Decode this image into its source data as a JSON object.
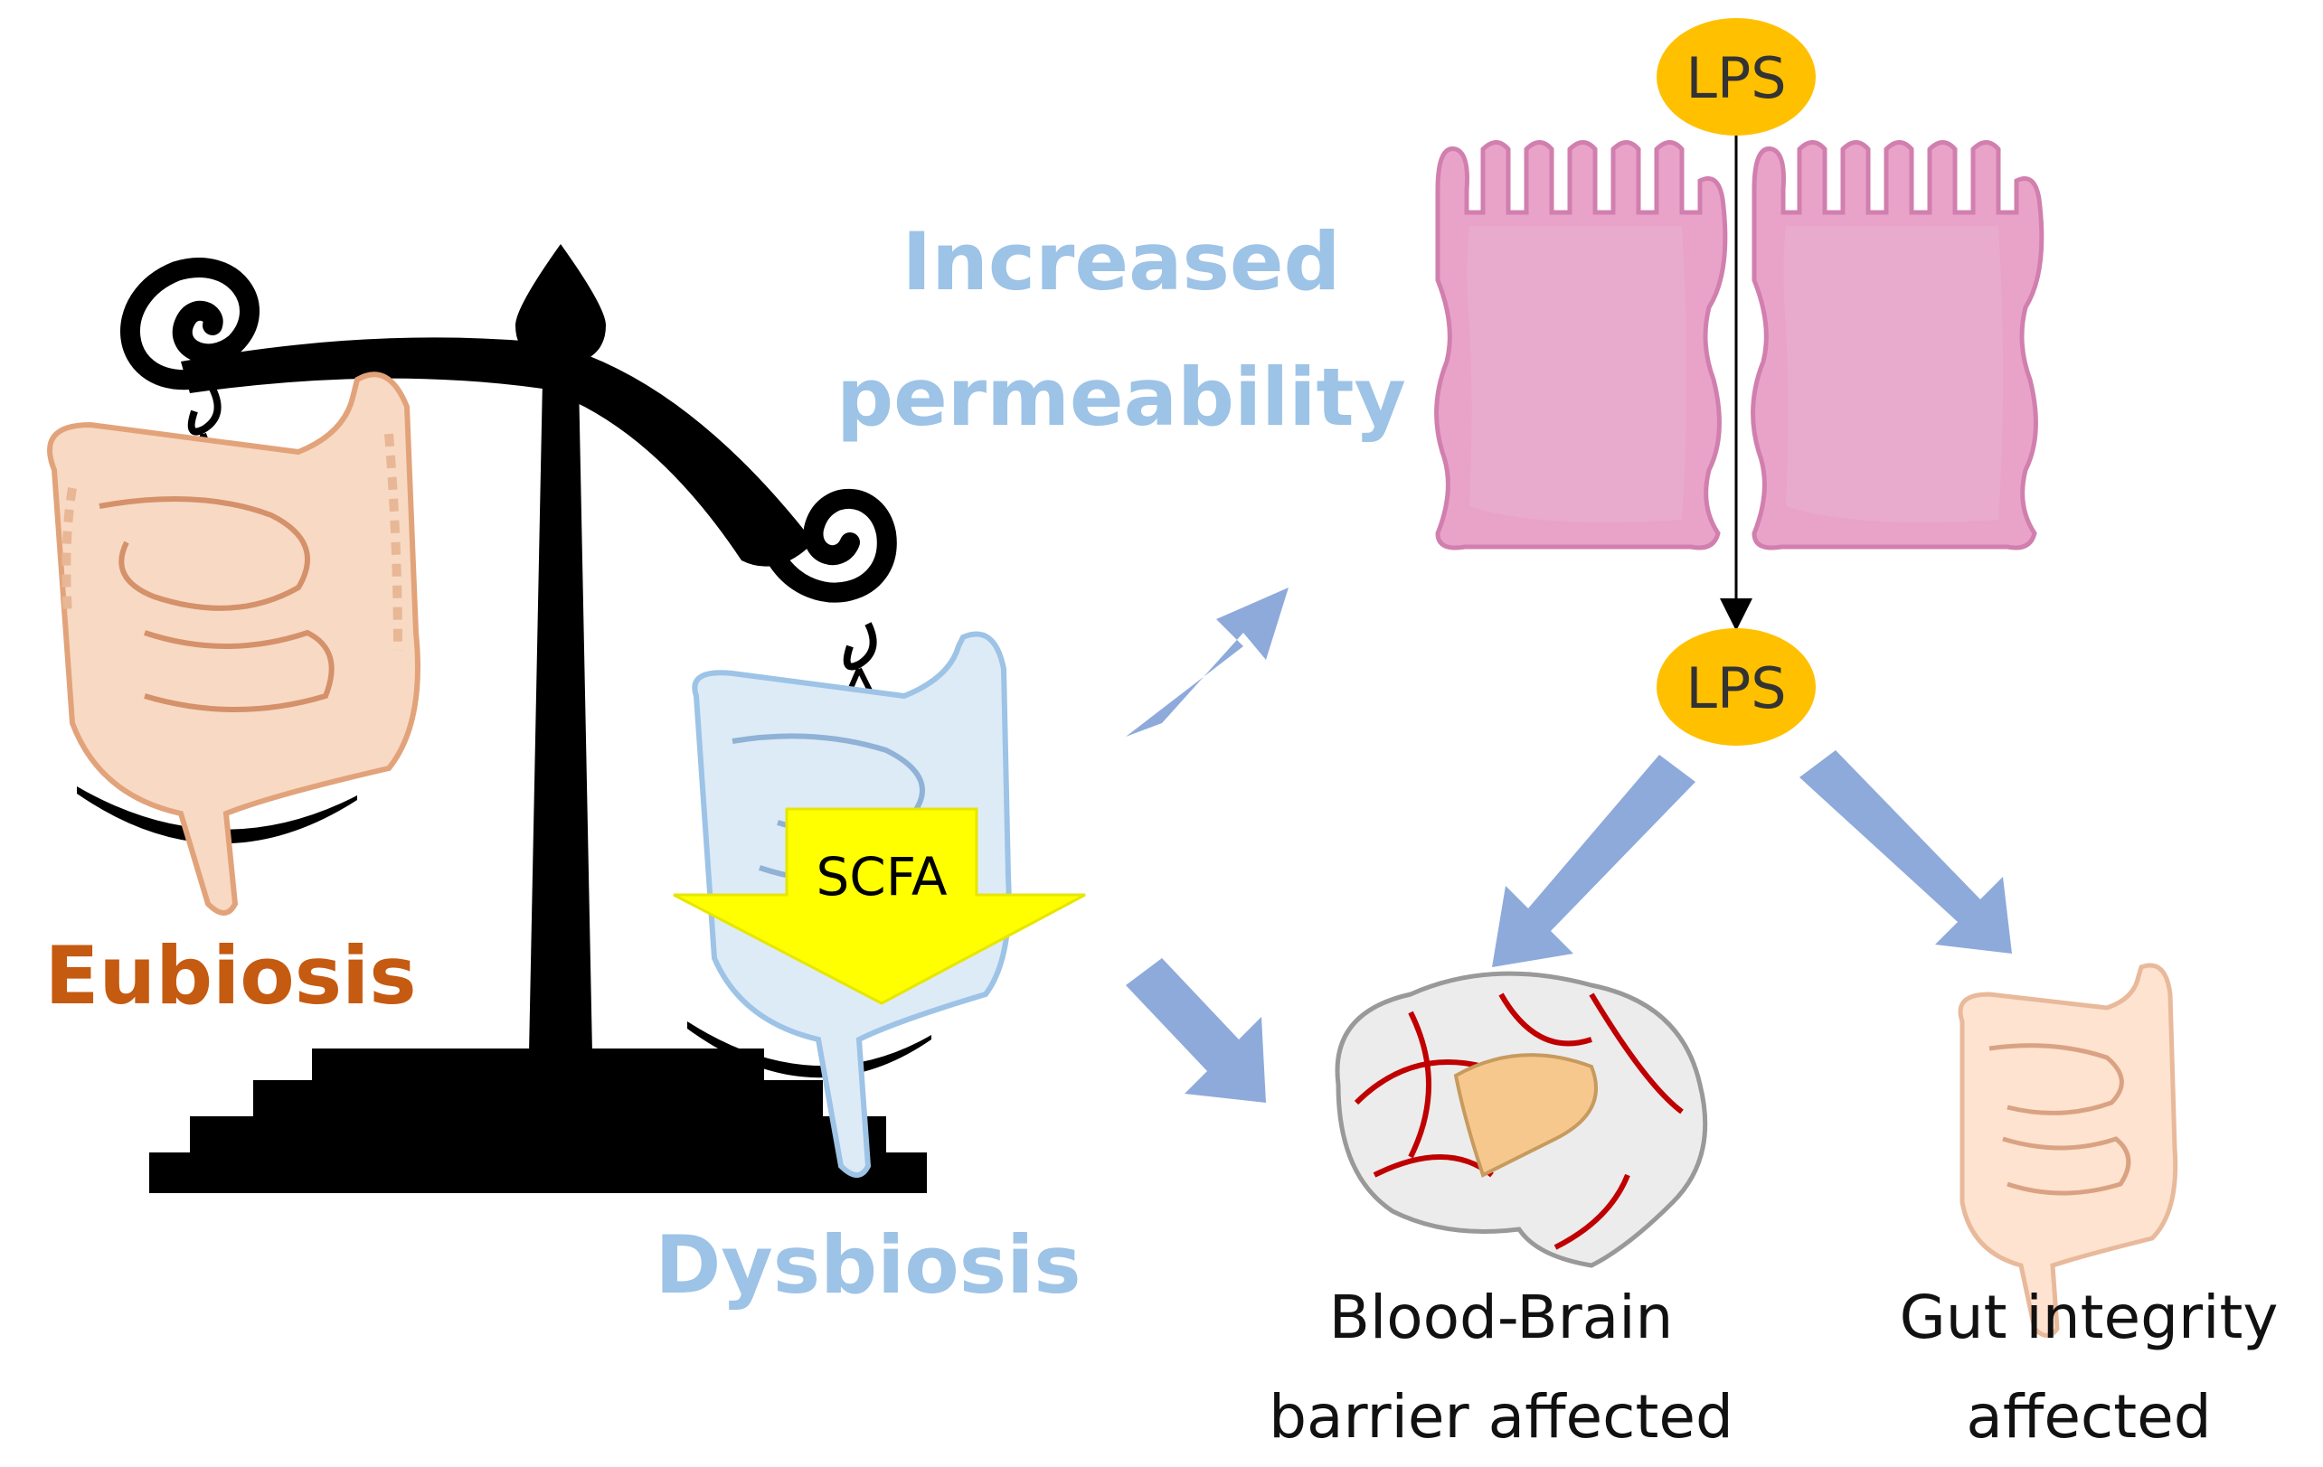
{
  "labels": {
    "eubiosis": "Eubiosis",
    "dysbiosis": "Dysbiosis",
    "scfa": "SCFA",
    "increased_line1": "Increased",
    "increased_line2": "permeability",
    "lps_top": "LPS",
    "lps_mid": "LPS",
    "bbb_line1": "Blood-Brain",
    "bbb_line2": "barrier  affected",
    "gut_line1": "Gut integrity",
    "gut_line2": "affected"
  },
  "colors": {
    "eubiosis_text": "#c55a11",
    "dysbiosis_text": "#9dc3e6",
    "permeability_text": "#9dc3e6",
    "scale": "#000000",
    "lps_fill": "#ffc000",
    "arrow_fill": "#8eaadb",
    "scfa_fill": "#ffff00",
    "cell_fill": "#e9a3c9",
    "gut_healthy": "#f8d9c4",
    "gut_unhealthy": "#ddebf7",
    "brain_fill": "#ececec",
    "vessel": "#c00000"
  },
  "icons": [
    "balance-scale-icon",
    "intestine-icon",
    "epithelial-cell-icon",
    "brain-icon",
    "arrow-icon"
  ]
}
